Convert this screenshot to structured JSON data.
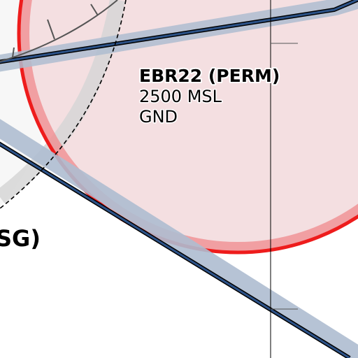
{
  "colors": {
    "background": "#ffffff",
    "zone_fill": "#f4dfe1",
    "zone_border": "#ee1c1c",
    "zone_border_halo": "#f08a8c",
    "route_line": "#1f3f73",
    "route_buffer": "#aebdd0",
    "tma_halo": "#dcdcdc",
    "tick_line": "#555555",
    "meridian": "#000000",
    "label": "#000000"
  },
  "zone": {
    "name": "EBR22 (PERM)",
    "upper_limit": "2500 MSL",
    "lower_limit": "GND"
  },
  "partial_label": {
    "text": "SG)"
  },
  "icons": {
    "restricted_area_circle": "restricted-area-circle",
    "airway": "airway-line",
    "boundary": "tma-boundary-arc",
    "meridian": "grid-meridian-line"
  }
}
